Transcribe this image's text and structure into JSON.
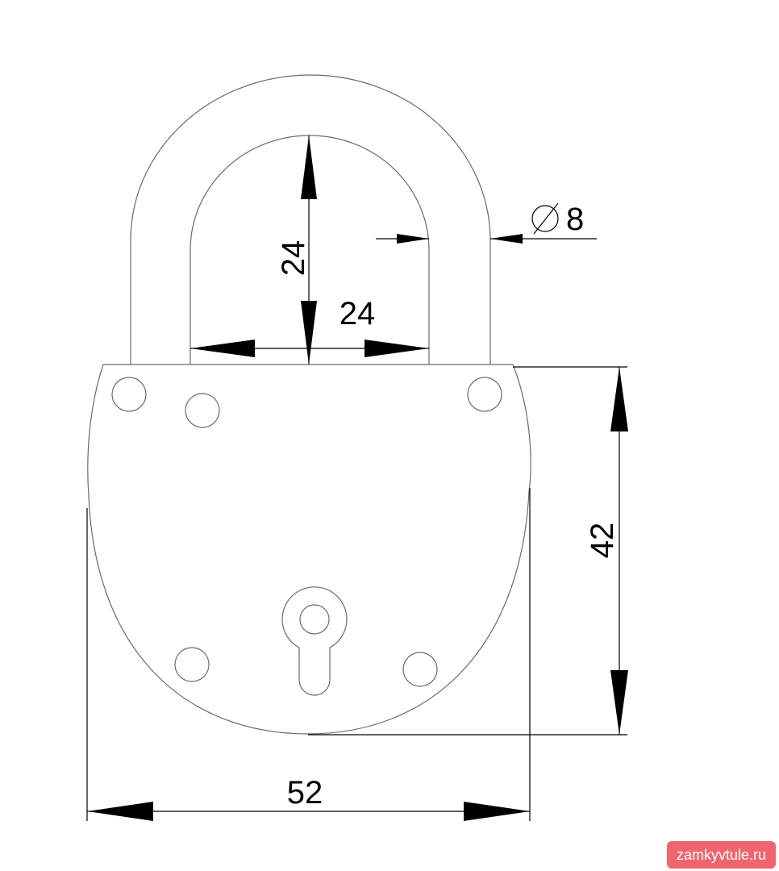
{
  "dimensions": {
    "shackle_inner_height": "24",
    "shackle_inner_width": "24",
    "shackle_diameter": "8",
    "body_height": "42",
    "body_width": "52"
  },
  "watermark": {
    "text": "zamkyvtule.ru",
    "color": "#f0646e"
  },
  "colors": {
    "outline": "#6a6a6a",
    "dimension": "#000000",
    "background": "#ffffff"
  }
}
